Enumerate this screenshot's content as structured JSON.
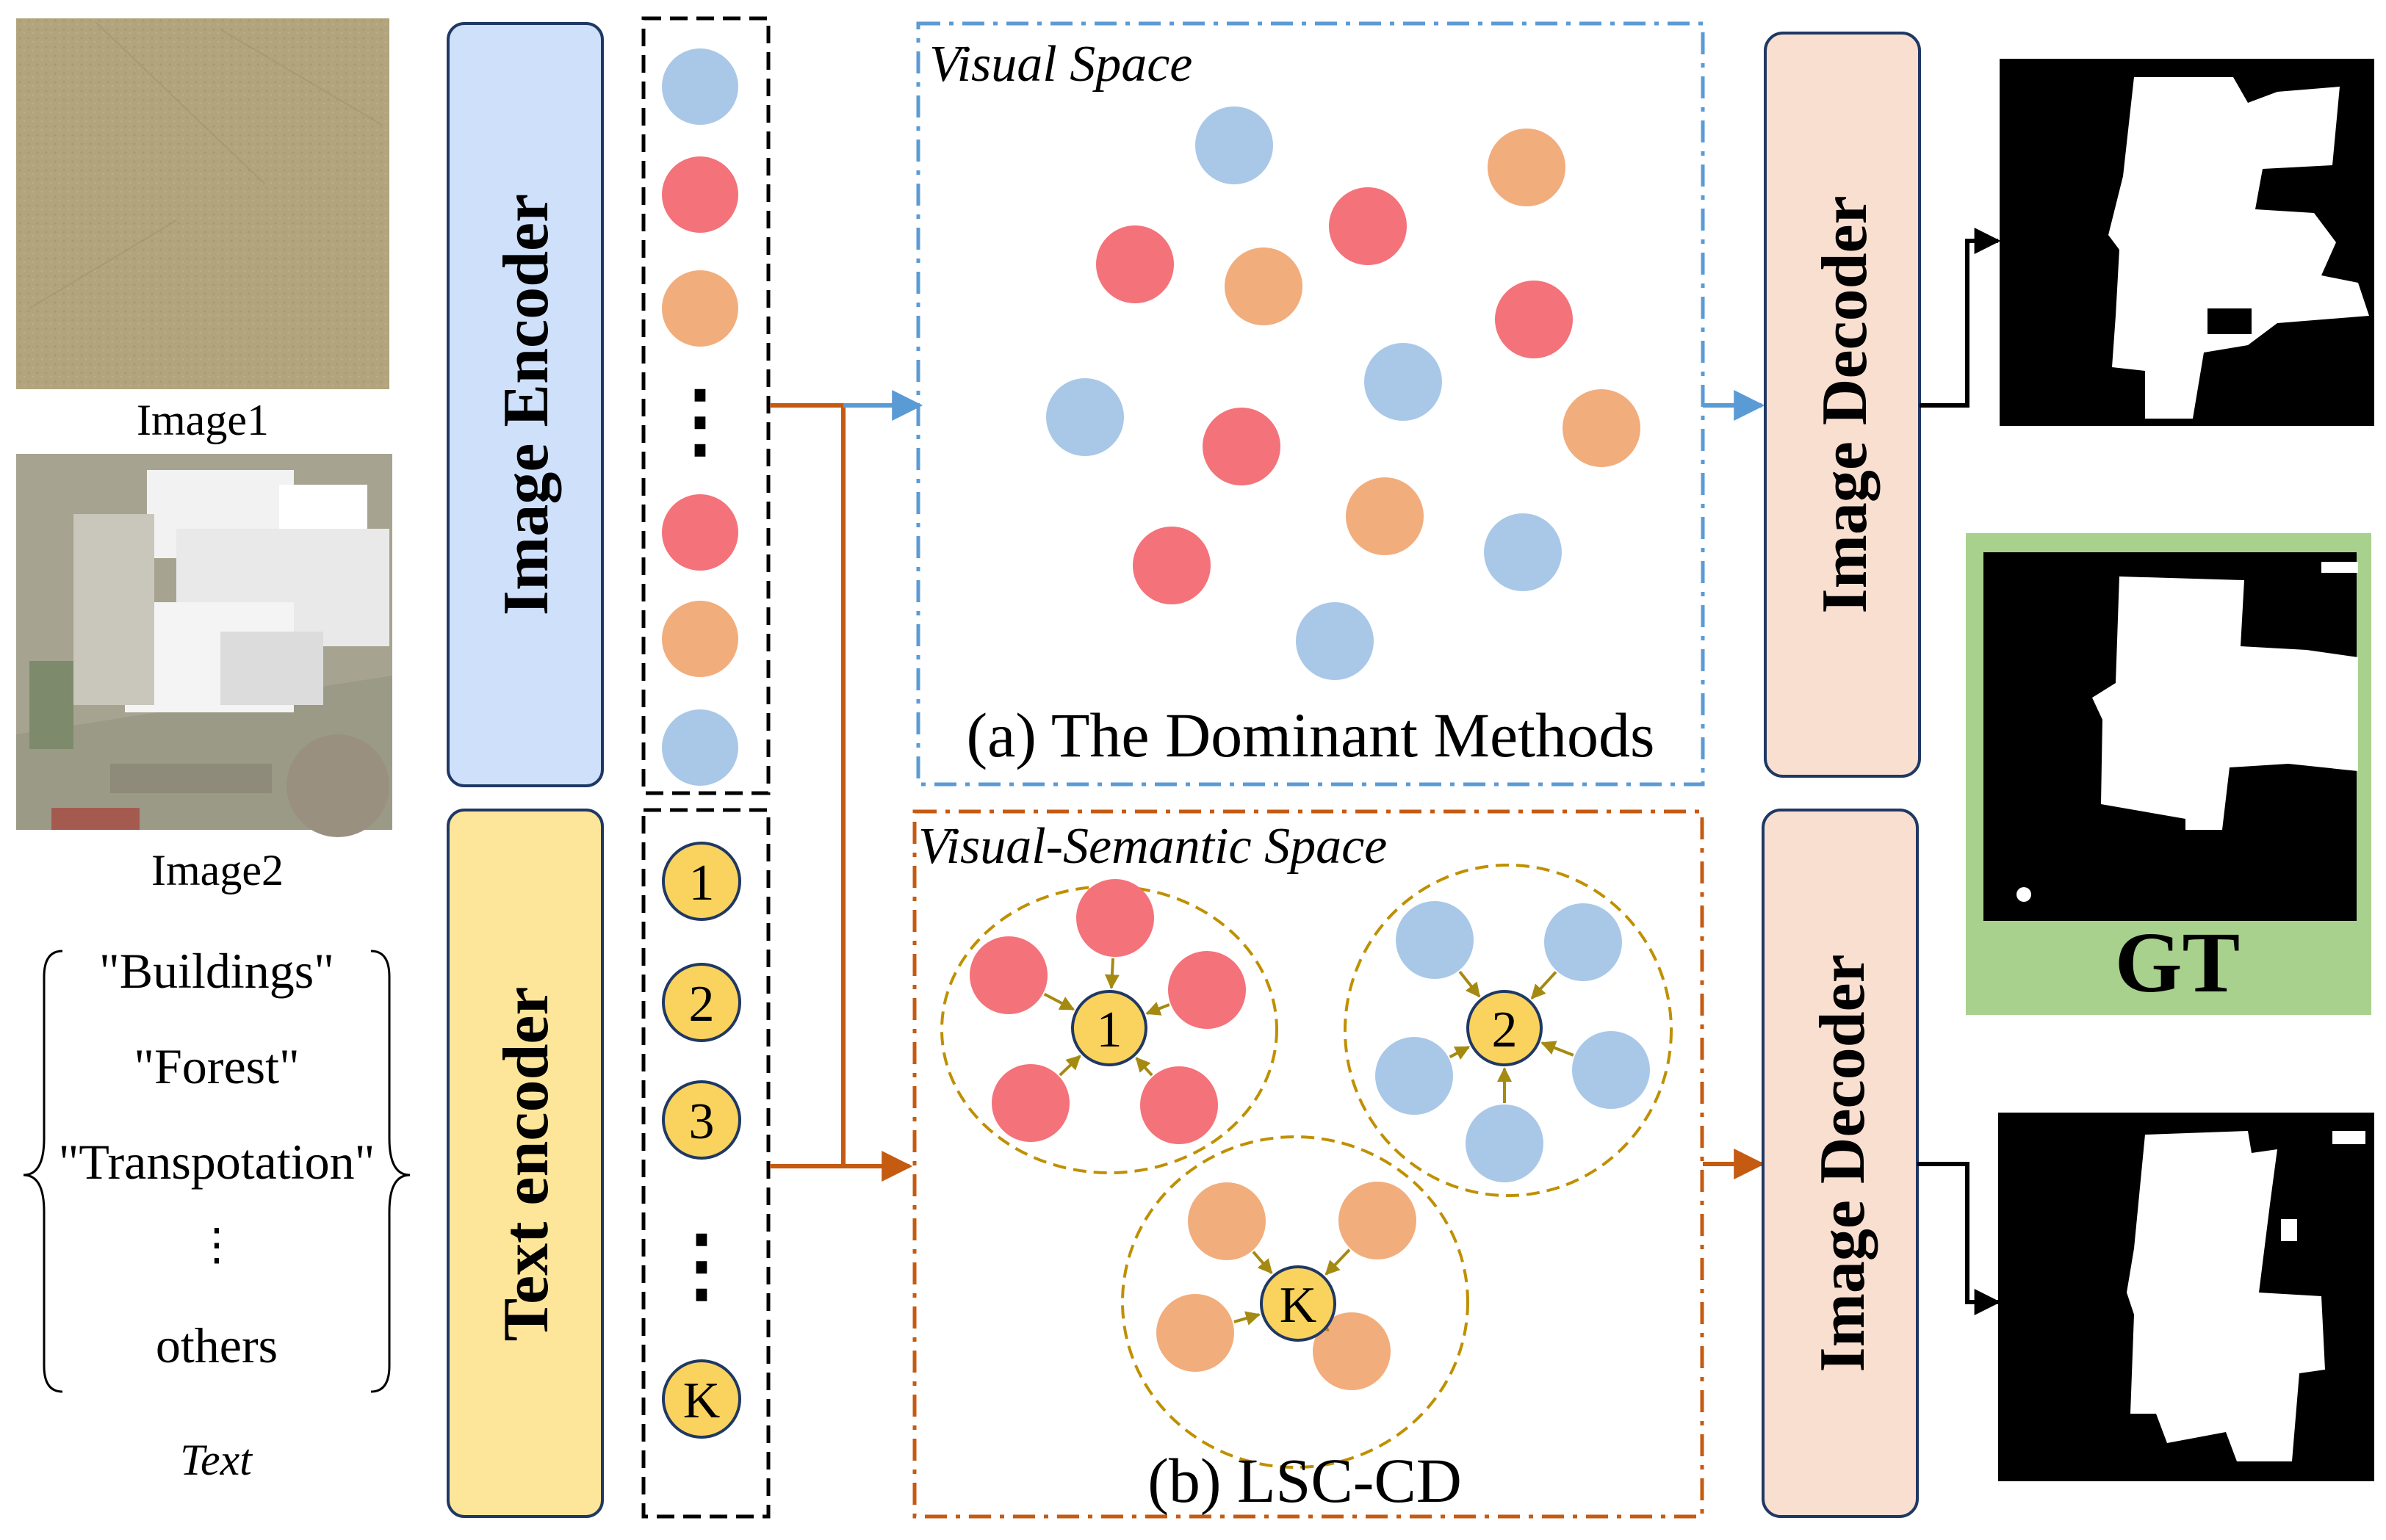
{
  "inputs": {
    "image1_label": "Image1",
    "image2_label": "Image2",
    "text_items": [
      "\"Buildings\"",
      "\"Forest\"",
      "\"Transpotation\"",
      "⋮",
      "others"
    ],
    "text_caption": "Text"
  },
  "encoders": {
    "image_encoder": "Image Encoder",
    "text_encoder": "Text encoder"
  },
  "tokens": {
    "visual_dots": "⋮",
    "semantic_labels": [
      "1",
      "2",
      "3",
      "K"
    ],
    "semantic_dots": "⋮"
  },
  "visual_space": {
    "title": "Visual Space",
    "caption": "(a) The Dominant Methods"
  },
  "semantic_space": {
    "title": "Visual-Semantic Space",
    "caption": "(b) LSC-CD",
    "cluster_labels": [
      "1",
      "2",
      "K"
    ]
  },
  "decoders": {
    "top": "Image Decoder",
    "bottom": "Image Decoder"
  },
  "outputs": {
    "gt_label": "GT"
  },
  "colors": {
    "blue_fill": "#a9c8e8",
    "red_fill": "#f4727a",
    "orange_fill": "#f2ad7c",
    "yellow_fill": "#f9d35e",
    "image_encoder_fill": "#cfe0fb",
    "text_encoder_fill": "#fde59a",
    "decoder_fill": "#f9dfd0",
    "visual_border": "#5b9bd5",
    "semantic_border": "#c55a11",
    "cluster_border": "#bf9000",
    "gt_border": "#a9d18e"
  }
}
